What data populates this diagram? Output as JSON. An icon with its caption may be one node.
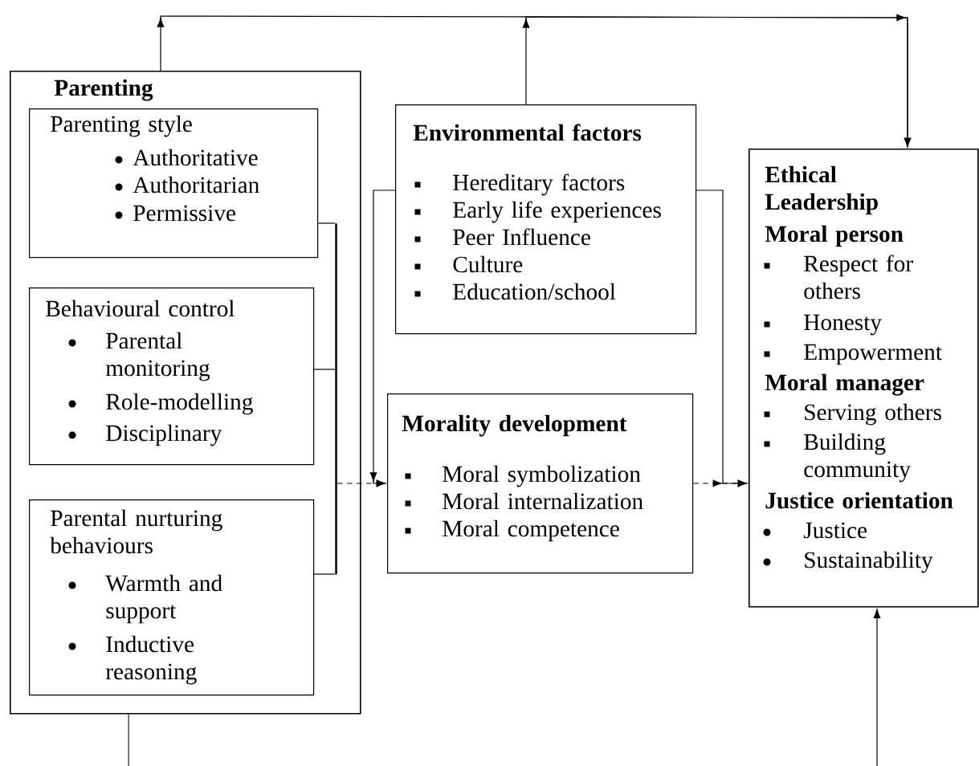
{
  "diagram": {
    "nodes": [
      {
        "text": [
          "Parenting"
        ]
      },
      {
        "text": [
          "Parenting style",
          "Authoritative",
          "Authoritarian",
          "Permissive"
        ],
        "in": 0
      },
      {
        "text": [
          "Behavioural control",
          "Parental monitoring",
          "Role-modelling",
          "Disciplinary"
        ],
        "in": 0
      },
      {
        "text": [
          "Parental nurturing behaviours",
          "Warmth and support",
          "Inductive reasoning"
        ],
        "in": 0
      },
      {
        "text": [],
        "shape": "bar",
        "in": 0
      },
      {
        "text": [
          "Environmental factors",
          "Hereditary factors",
          "Early life experiences",
          "Peer Influence",
          "Culture",
          "Education/school"
        ]
      },
      {
        "text": [
          "Morality development",
          "Moral symbolization",
          "Moral internalization",
          "Moral competence"
        ]
      },
      {
        "text": [
          "Ethical Leadership",
          "Moral person",
          "Respect for others",
          "Honesty",
          "Empowerment",
          "Moral manager",
          "Serving others",
          "Building community",
          "Justice orientation",
          "Justice",
          "Sustainability"
        ]
      }
    ],
    "edges": [
      {
        "from": 0,
        "to": 7,
        "arrow": "to"
      },
      {
        "from": 5,
        "to": 7,
        "arrow": "to"
      },
      {
        "from": 1,
        "to": 4,
        "arrow": "none"
      },
      {
        "from": 2,
        "to": 4,
        "arrow": "none"
      },
      {
        "from": 3,
        "to": 4,
        "arrow": "none"
      },
      {
        "from": 4,
        "to": 6,
        "arrow": "to",
        "style": "dashed"
      },
      {
        "from": 5,
        "to": 6,
        "arrow": "to"
      },
      {
        "from": 5,
        "to": 7,
        "arrow": "to"
      },
      {
        "from": 6,
        "to": 7,
        "arrow": "to",
        "style": "dashed"
      },
      {
        "from": null,
        "to": 7,
        "arrow": "to"
      },
      {
        "from": 0,
        "to": null,
        "arrow": "none"
      }
    ]
  }
}
